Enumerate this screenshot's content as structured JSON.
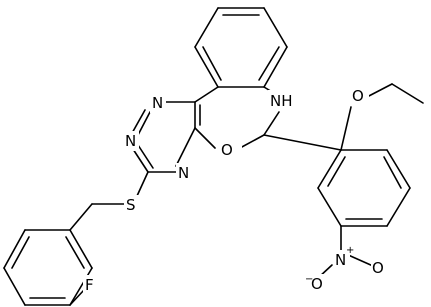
{
  "structure": {
    "atoms": [
      {
        "id": "O_ring",
        "text": "O"
      },
      {
        "id": "O_ether",
        "text": "O"
      },
      {
        "id": "NH",
        "text": "NH"
      },
      {
        "id": "N1",
        "text": "N"
      },
      {
        "id": "N2",
        "text": "N"
      },
      {
        "id": "N3",
        "text": "N"
      },
      {
        "id": "S",
        "text": "S"
      },
      {
        "id": "F",
        "text": "F"
      },
      {
        "id": "N_nitro",
        "text": "N"
      },
      {
        "id": "O_nitro_top",
        "text": "O"
      },
      {
        "id": "O_nitro_left",
        "text": "O"
      }
    ],
    "charges": {
      "nitro_n": "+",
      "nitro_o": "−"
    }
  }
}
